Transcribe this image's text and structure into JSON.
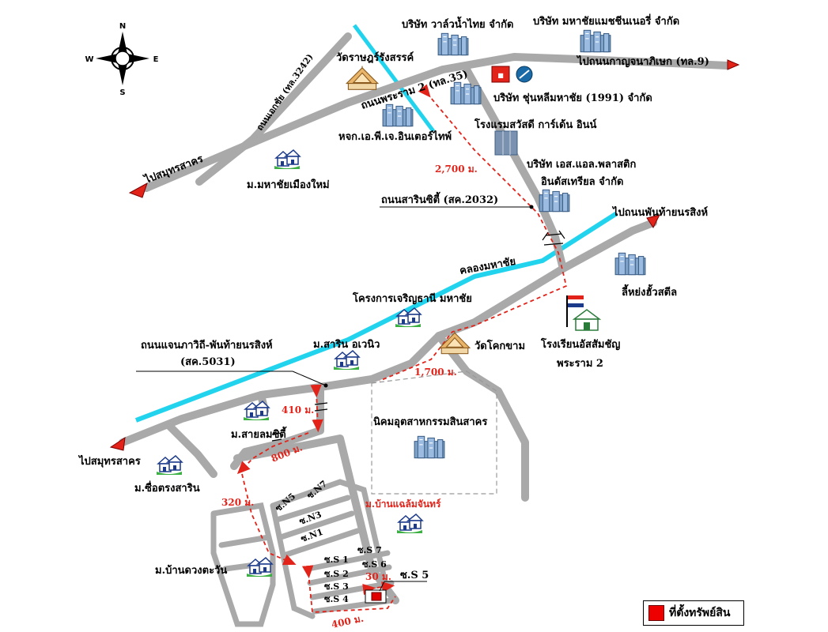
{
  "compass": {
    "n": "N",
    "s": "S",
    "e": "E",
    "w": "W"
  },
  "roads": {
    "rama2": "ถนนพระราม 2 (ทล.35)",
    "ekachai": "ถนนเอกชัย (ทล.3242)",
    "kanchana": "ไปถนนกาญจนาภิเษก (ทล.9)",
    "to_samutsakhon_top": "ไปสมุทรสาคร",
    "sarinsiti": "ถนนสารินซิตี้ (สค.2032)",
    "to_phanthai": "ไปถนนพันท้ายนรสิงห์",
    "khlong": "คลองมหาชัย",
    "chaengphathawi_1": "ถนนแจนภาวิถี-พันท้ายนรสิงห์",
    "chaengphathawi_2": "(สค.5031)",
    "to_samutsakhon_bottom": "ไปสมุทรสาคร"
  },
  "places": {
    "wat_rat": "วัดราษฎร์รังสรรค์",
    "valve": "บริษัท วาล์วน้ำไทย จำกัด",
    "machinery": "บริษัท มหาชัยแมชชีนเนอรี่ จำกัด",
    "chun": "บริษัท ชุ่นหลีมหาชัย (1991) จำกัด",
    "pj": "หจก.เอ.พี.เจ.อินเตอร์ไทพ์",
    "hotel": "โรงแรมสวัสดี การ์เด้น อินน์",
    "mahachai_village": "ม.มหาชัยเมืองใหม่",
    "sl_plastic_1": "บริษัท เอส.แอล.พลาสติก",
    "sl_plastic_2": "อินดัสเทรียล จำกัด",
    "steel": "ลี้หย่งฮั้วสตีล",
    "charoen": "โครงการเจริญธานี มหาชัย",
    "school_1": "โรงเรียนอัสสัมชัญ",
    "school_2": "พระราม 2",
    "wat_khok": "วัดโคกขาม",
    "sarin": "ม.สาริน อเวนิว",
    "estate": "นิคมอุตสาหกรรมสินสาคร",
    "sai_lom": "ม.สายลมซิตี้",
    "sue_trong": "ม.ซื่อตรงสาริน",
    "baen_laeng": "ม.บ้านแฉล้มจันทร์",
    "duang": "ม.บ้านดวงตะวัน"
  },
  "distances": {
    "d2700": "2,700 ม.",
    "d1700": "1,700 ม.",
    "d410": "410 ม.",
    "d800": "800 ม.",
    "d320": "320 ม.",
    "d30": "30 ม.",
    "d400": "400 ม."
  },
  "sois": {
    "n5": "ซ.N5",
    "n7": "ซ.N7",
    "n3": "ซ.N3",
    "n1": "ซ.N1",
    "s1": "ซ.S 1",
    "s7": "ซ.S 7",
    "s2": "ซ.S 2",
    "s6": "ซ.S 6",
    "s3": "ซ.S 3",
    "s4": "ซ.S 4",
    "s5": "ซ.S 5"
  },
  "legend": {
    "label": "ที่ตั้งทรัพย์สิน"
  },
  "colors": {
    "road": "#a9a9a9",
    "canal": "#22d3ee",
    "route": "#e2231a",
    "property": "#e00000"
  }
}
